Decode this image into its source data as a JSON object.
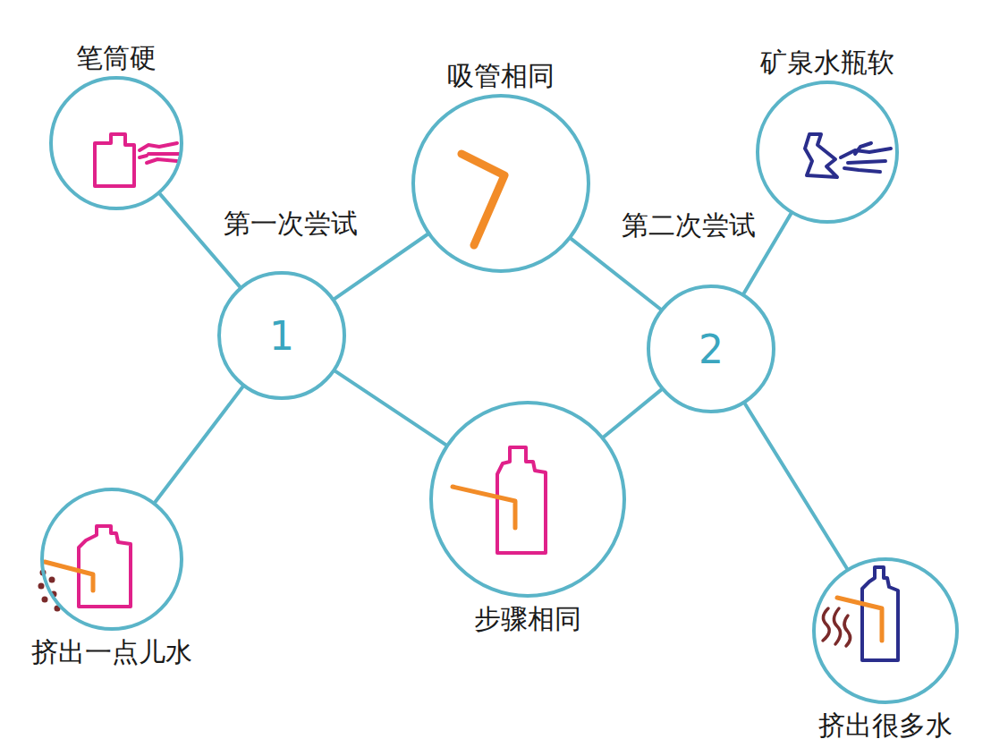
{
  "diagram": {
    "nodes": [
      {
        "text": [
          "笔筒硬"
        ]
      },
      {
        "text": [
          "吸管相同"
        ]
      },
      {
        "text": [
          "矿泉水瓶软"
        ]
      },
      {
        "text": [
          "1"
        ]
      },
      {
        "text": [
          "2"
        ]
      },
      {
        "text": [
          "步骤相同"
        ]
      },
      {
        "text": [
          "挤出一点儿水"
        ]
      },
      {
        "text": [
          "挤出很多水"
        ]
      }
    ],
    "edges": [
      {
        "from": 3,
        "to": 0,
        "arrow": "none"
      },
      {
        "from": 3,
        "to": 1,
        "arrow": "none"
      },
      {
        "from": 3,
        "to": 5,
        "arrow": "none"
      },
      {
        "from": 3,
        "to": 6,
        "arrow": "none"
      },
      {
        "from": 4,
        "to": 1,
        "arrow": "none"
      },
      {
        "from": 4,
        "to": 2,
        "arrow": "none"
      },
      {
        "from": 4,
        "to": 5,
        "arrow": "none"
      },
      {
        "from": 4,
        "to": 7,
        "arrow": "none"
      }
    ],
    "labels": [
      "第一次尝试",
      "第二次尝试"
    ]
  }
}
